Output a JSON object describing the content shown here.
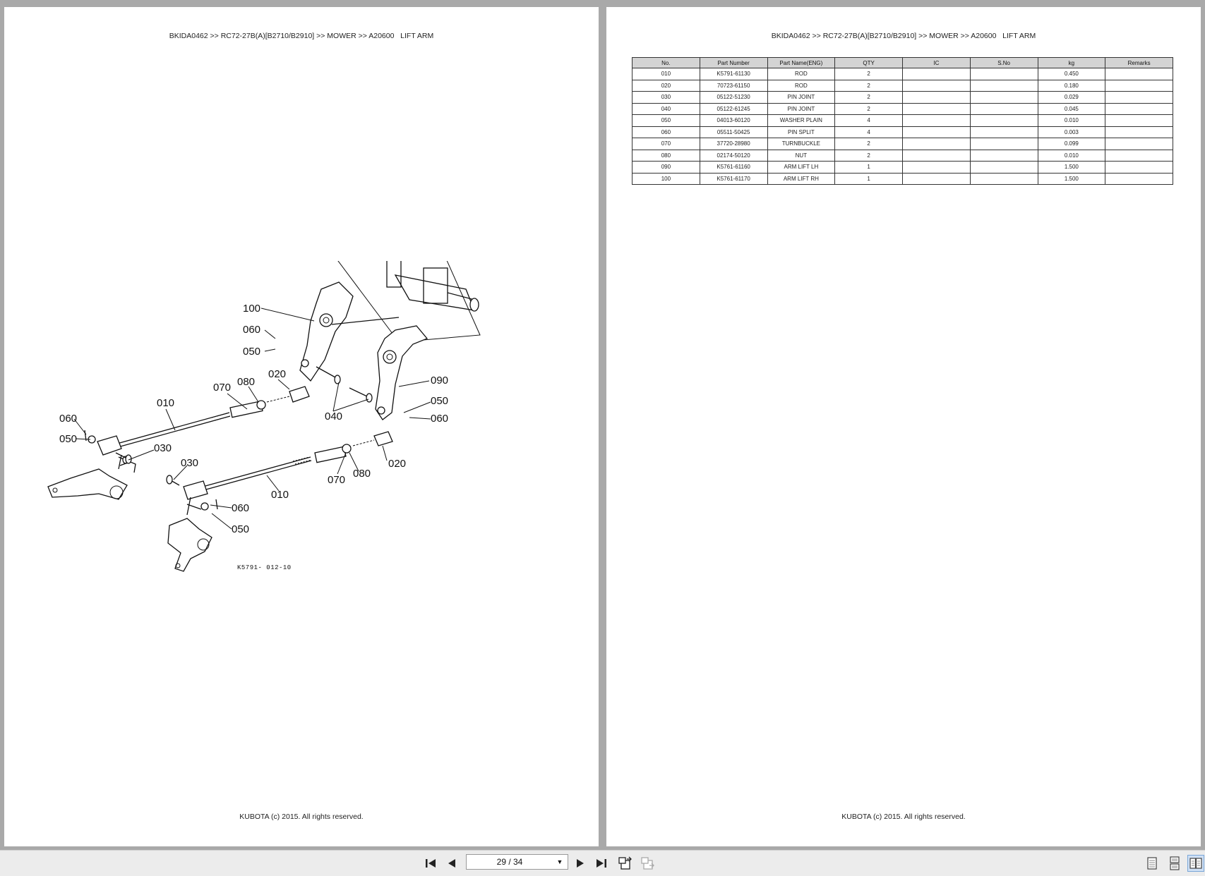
{
  "document": {
    "breadcrumb_text": "BKIDA0462 >> RC72-27B(A)[B2710/B2910] >> MOWER >> A20600   LIFT ARM",
    "footer_text": "KUBOTA (c) 2015. All rights reserved."
  },
  "diagram": {
    "figure_code": "K5791- 012-10",
    "callouts": [
      "100",
      "060",
      "050",
      "070",
      "080",
      "020",
      "010",
      "060",
      "050",
      "030",
      "040",
      "090",
      "050",
      "060",
      "030",
      "020",
      "070",
      "080",
      "010",
      "060",
      "050"
    ]
  },
  "parts_table": {
    "headers": [
      "No.",
      "Part Number",
      "Part Name(ENG)",
      "QTY",
      "IC",
      "S.No",
      "kg",
      "Remarks"
    ],
    "rows": [
      [
        "010",
        "K5791-61130",
        "ROD",
        "2",
        "",
        "",
        "0.450",
        ""
      ],
      [
        "020",
        "70723-61150",
        "ROD",
        "2",
        "",
        "",
        "0.180",
        ""
      ],
      [
        "030",
        "05122-51230",
        "PIN JOINT",
        "2",
        "",
        "",
        "0.029",
        ""
      ],
      [
        "040",
        "05122-61245",
        "PIN JOINT",
        "2",
        "",
        "",
        "0.045",
        ""
      ],
      [
        "050",
        "04013-60120",
        "WASHER PLAIN",
        "4",
        "",
        "",
        "0.010",
        ""
      ],
      [
        "060",
        "05511-50425",
        "PIN SPLIT",
        "4",
        "",
        "",
        "0.003",
        ""
      ],
      [
        "070",
        "37720-28980",
        "TURNBUCKLE",
        "2",
        "",
        "",
        "0.099",
        ""
      ],
      [
        "080",
        "02174-50120",
        "NUT",
        "2",
        "",
        "",
        "0.010",
        ""
      ],
      [
        "090",
        "K5761-61160",
        "ARM LIFT LH",
        "1",
        "",
        "",
        "1.500",
        ""
      ],
      [
        "100",
        "K5761-61170",
        "ARM LIFT RH",
        "1",
        "",
        "",
        "1.500",
        ""
      ]
    ]
  },
  "toolbar": {
    "page_indicator": "29 / 34",
    "icons": [
      "first-page-icon",
      "previous-page-icon",
      "next-page-icon",
      "last-page-icon",
      "page-back-icon",
      "page-forward-icon",
      "single-page-view-icon",
      "continuous-view-icon",
      "two-page-view-icon"
    ]
  }
}
